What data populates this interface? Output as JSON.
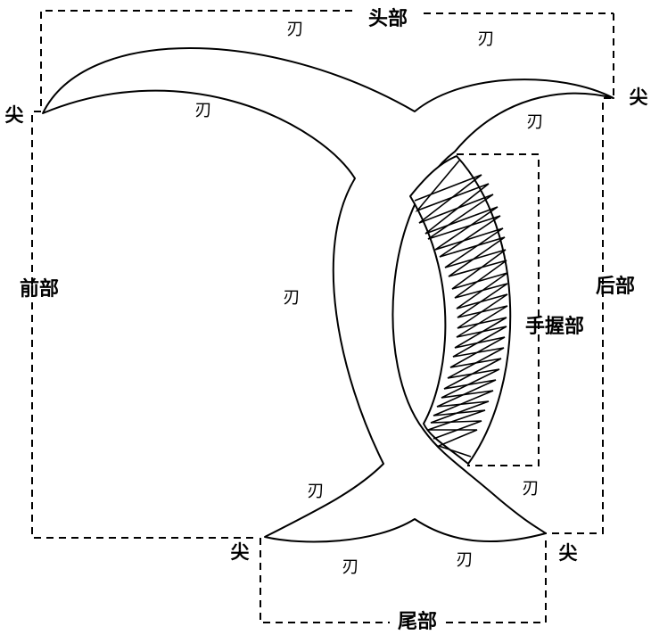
{
  "labels": {
    "head": "头部",
    "tail": "尾部",
    "front": "前部",
    "back": "后部",
    "grip": "手握部",
    "tip_top_left": "尖",
    "tip_top_right": "尖",
    "tip_bottom_left": "尖",
    "tip_bottom_right": "尖",
    "blade_top_outer_left": "刃",
    "blade_top_outer_right": "刃",
    "blade_top_inner_left": "刃",
    "blade_top_inner_right": "刃",
    "blade_front": "刃",
    "blade_front_lower": "刃",
    "blade_back_lower": "刃",
    "blade_bottom_left": "刃",
    "blade_bottom_right": "刃"
  },
  "colors": {
    "ink": "#000000",
    "paper": "#ffffff"
  }
}
